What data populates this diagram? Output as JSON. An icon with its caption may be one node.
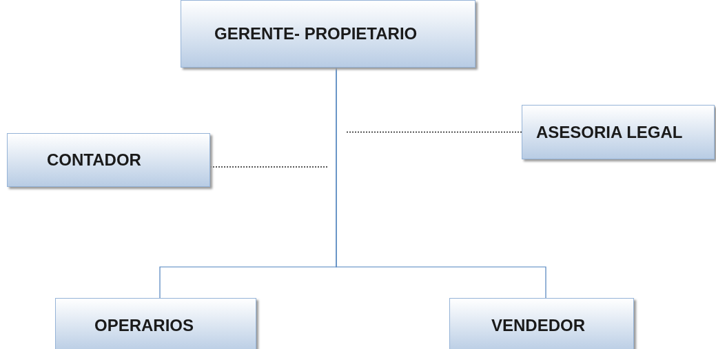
{
  "diagram": {
    "nodes": [
      {
        "text": [
          "GERENTE- PROPIETARIO"
        ]
      },
      {
        "text": [
          "ASESORIA LEGAL"
        ]
      },
      {
        "text": [
          "CONTADOR"
        ]
      },
      {
        "text": [
          "OPERARIOS"
        ]
      },
      {
        "text": [
          "VENDEDOR"
        ]
      }
    ],
    "edges": [
      {
        "from": 0,
        "to": 3,
        "arrow": "none"
      },
      {
        "from": 0,
        "to": 4,
        "arrow": "none"
      },
      {
        "from": 1,
        "to": 0,
        "arrow": "none",
        "style": "dashed",
        "color": "#1f1f1f"
      },
      {
        "from": 2,
        "to": 0,
        "arrow": "none",
        "style": "dashed",
        "color": "#1f1f1f"
      }
    ]
  }
}
